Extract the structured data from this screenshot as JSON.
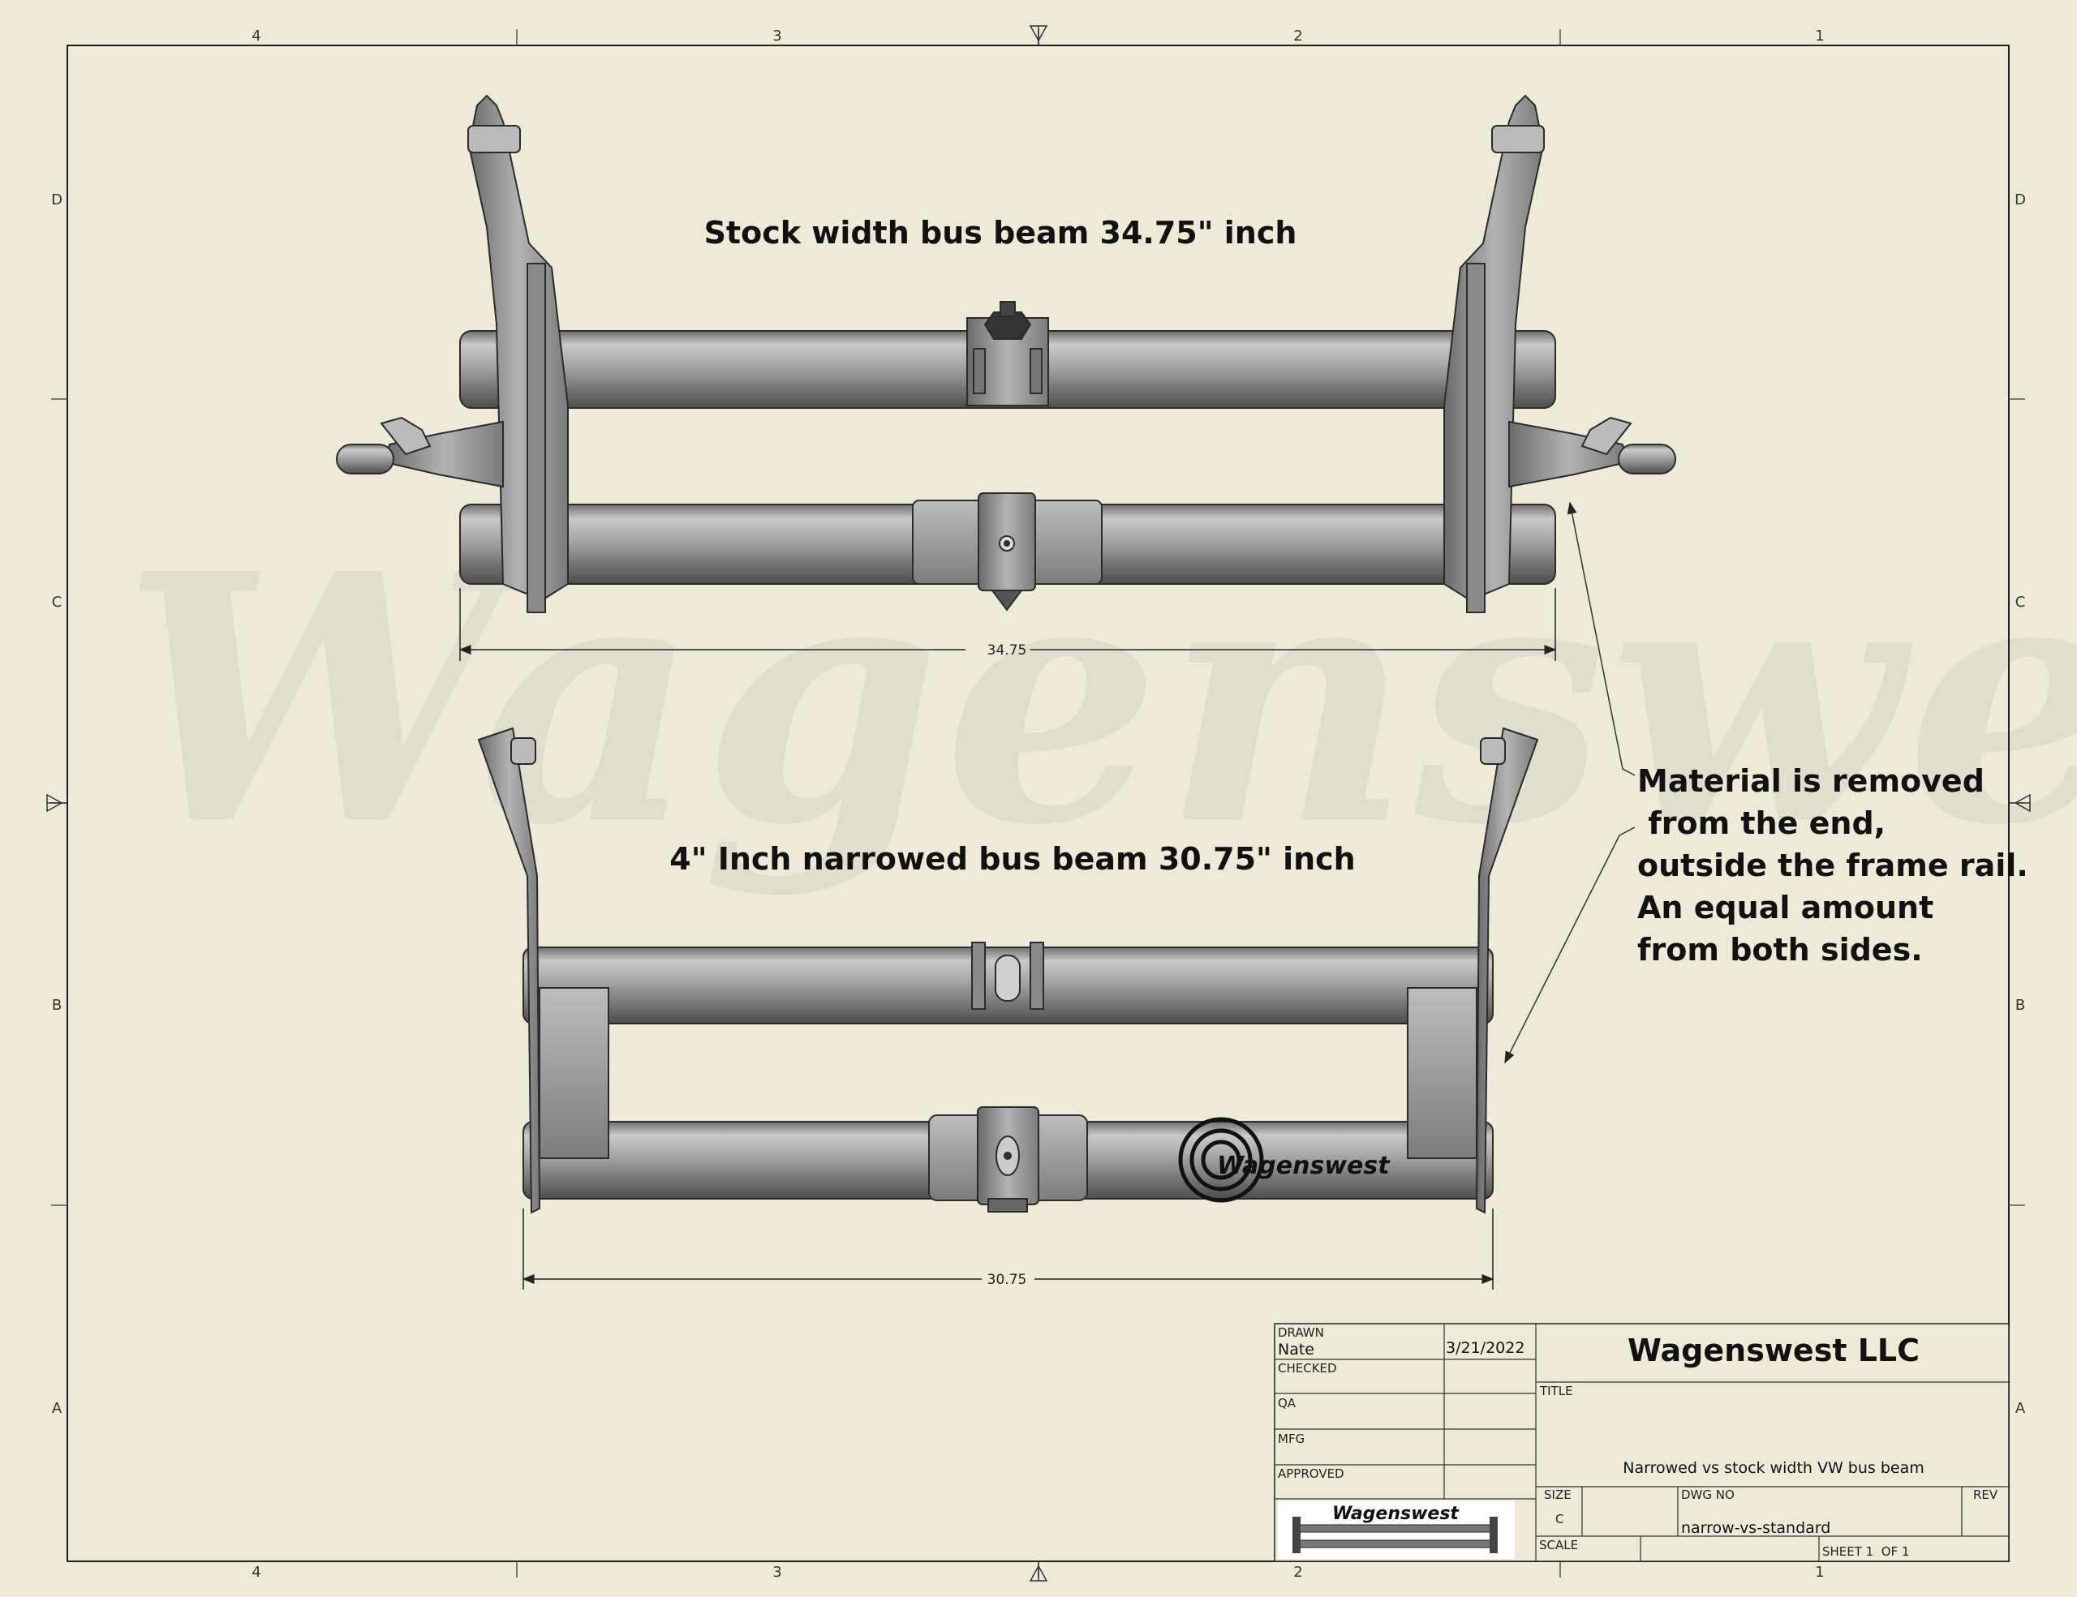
{
  "watermark": "Wagenswest",
  "views": {
    "top_heading": "Stock width bus beam 34.75\" inch",
    "top_dimension": "34.75",
    "bottom_heading": "4\" Inch narrowed bus beam 30.75\" inch",
    "bottom_dimension": "30.75",
    "beam_logo_text": "Wagenswest"
  },
  "note": {
    "lines": [
      "Material is removed",
      " from the end,",
      "outside the frame rail.",
      "An equal amount",
      "from both sides."
    ]
  },
  "border": {
    "columns_top": [
      "4",
      "3",
      "2",
      "1"
    ],
    "columns_bottom": [
      "4",
      "3",
      "2",
      "1"
    ],
    "rows_left": [
      "D",
      "C",
      "B",
      "A"
    ],
    "rows_right": [
      "D",
      "C",
      "B",
      "A"
    ]
  },
  "title_block": {
    "company": "Wagenswest LLC",
    "drawn_label": "DRAWN",
    "drawn_by": "Nate",
    "drawn_date": "3/21/2022",
    "checked_label": "CHECKED",
    "qa_label": "QA",
    "mfg_label": "MFG",
    "approved_label": "APPROVED",
    "title_label": "TITLE",
    "title": "Narrowed vs stock width VW bus beam",
    "size_label": "SIZE",
    "size": "C",
    "dwg_no_label": "DWG NO",
    "dwg_no": "narrow-vs-standard",
    "rev_label": "REV",
    "scale_label": "SCALE",
    "sheet": "SHEET 1  OF 1",
    "logo_text": "Wagenswest"
  },
  "colors": {
    "background": "#edebd8",
    "beam": "#9c9c9c",
    "line": "#222222"
  }
}
